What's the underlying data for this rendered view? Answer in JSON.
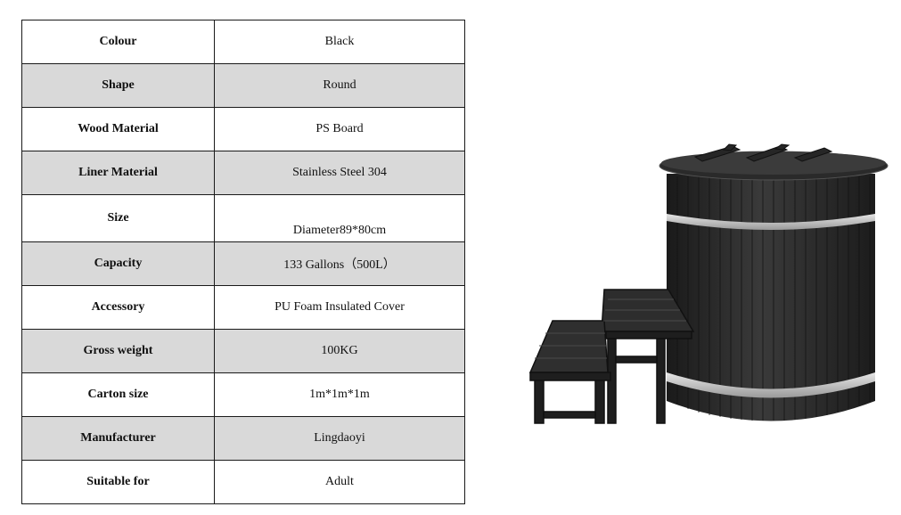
{
  "specs": [
    {
      "label": "Colour",
      "value": "Black"
    },
    {
      "label": "Shape",
      "value": "Round"
    },
    {
      "label": "Wood Material",
      "value": "PS Board"
    },
    {
      "label": "Liner Material",
      "value": "Stainless Steel 304"
    },
    {
      "label": "Size",
      "value": "Diameter89*80cm"
    },
    {
      "label": "Capacity",
      "value": "133 Gallons（500L）"
    },
    {
      "label": "Accessory",
      "value": "PU Foam Insulated Cover"
    },
    {
      "label": "Gross weight",
      "value": "100KG"
    },
    {
      "label": "Carton size",
      "value": "1m*1m*1m"
    },
    {
      "label": "Manufacturer",
      "value": "Lingdaoyi"
    },
    {
      "label": "Suitable for",
      "value": "Adult"
    }
  ],
  "colors": {
    "row_shade": "#d9d9d9",
    "border": "#1a1a1a",
    "product_body": "#2b2b2b",
    "product_band": "#c8c8c8"
  },
  "product_image": {
    "icon": "cold-plunge-tub-with-steps"
  }
}
